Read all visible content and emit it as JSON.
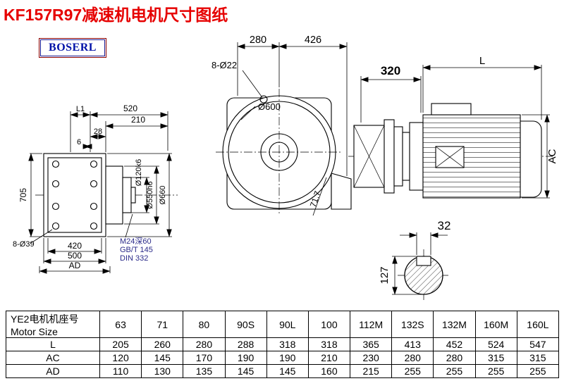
{
  "page": {
    "title": "KF157R97减速机电机尺寸图纸",
    "brand": "BOSERL"
  },
  "colors": {
    "title_red": "#e60000",
    "brand_blue": "#0011a8",
    "note_blue": "#2b2b8a"
  },
  "front_view": {
    "dim_280": "280",
    "dim_426": "426",
    "bolt_holes": "8-Ø22",
    "flange_dia": "Ø600",
    "angle": "71.7"
  },
  "side_view": {
    "dim_320": "320",
    "dim_L": "L",
    "dim_AC": "AC"
  },
  "left_view": {
    "dim_L1": "L1",
    "dim_520": "520",
    "dim_210": "210",
    "dim_28": "28",
    "dim_6": "6",
    "dim_705": "705",
    "holes": "8-Ø39",
    "dim_420": "420",
    "dim_500": "500",
    "dim_AD": "AD",
    "shaft_fit": "Ø120k6",
    "spigot_fit": "Ø550h6",
    "flange_od": "Ø660",
    "note1": "M24深60",
    "note2": "GB/T 145",
    "note3": "DIN 332"
  },
  "shaft_section": {
    "dim_32": "32",
    "dim_127": "127"
  },
  "table": {
    "header_cn": "YE2电机机座号",
    "header_en": "Motor Size",
    "sizes": [
      "63",
      "71",
      "80",
      "90S",
      "90L",
      "100",
      "112M",
      "132S",
      "132M",
      "160M",
      "160L"
    ],
    "rows": [
      {
        "label": "L",
        "values": [
          "205",
          "260",
          "280",
          "288",
          "318",
          "318",
          "365",
          "413",
          "452",
          "524",
          "547"
        ]
      },
      {
        "label": "AC",
        "values": [
          "120",
          "145",
          "170",
          "190",
          "190",
          "210",
          "230",
          "280",
          "280",
          "315",
          "315"
        ]
      },
      {
        "label": "AD",
        "values": [
          "110",
          "130",
          "135",
          "145",
          "145",
          "160",
          "215",
          "255",
          "255",
          "255",
          "255"
        ]
      }
    ]
  }
}
